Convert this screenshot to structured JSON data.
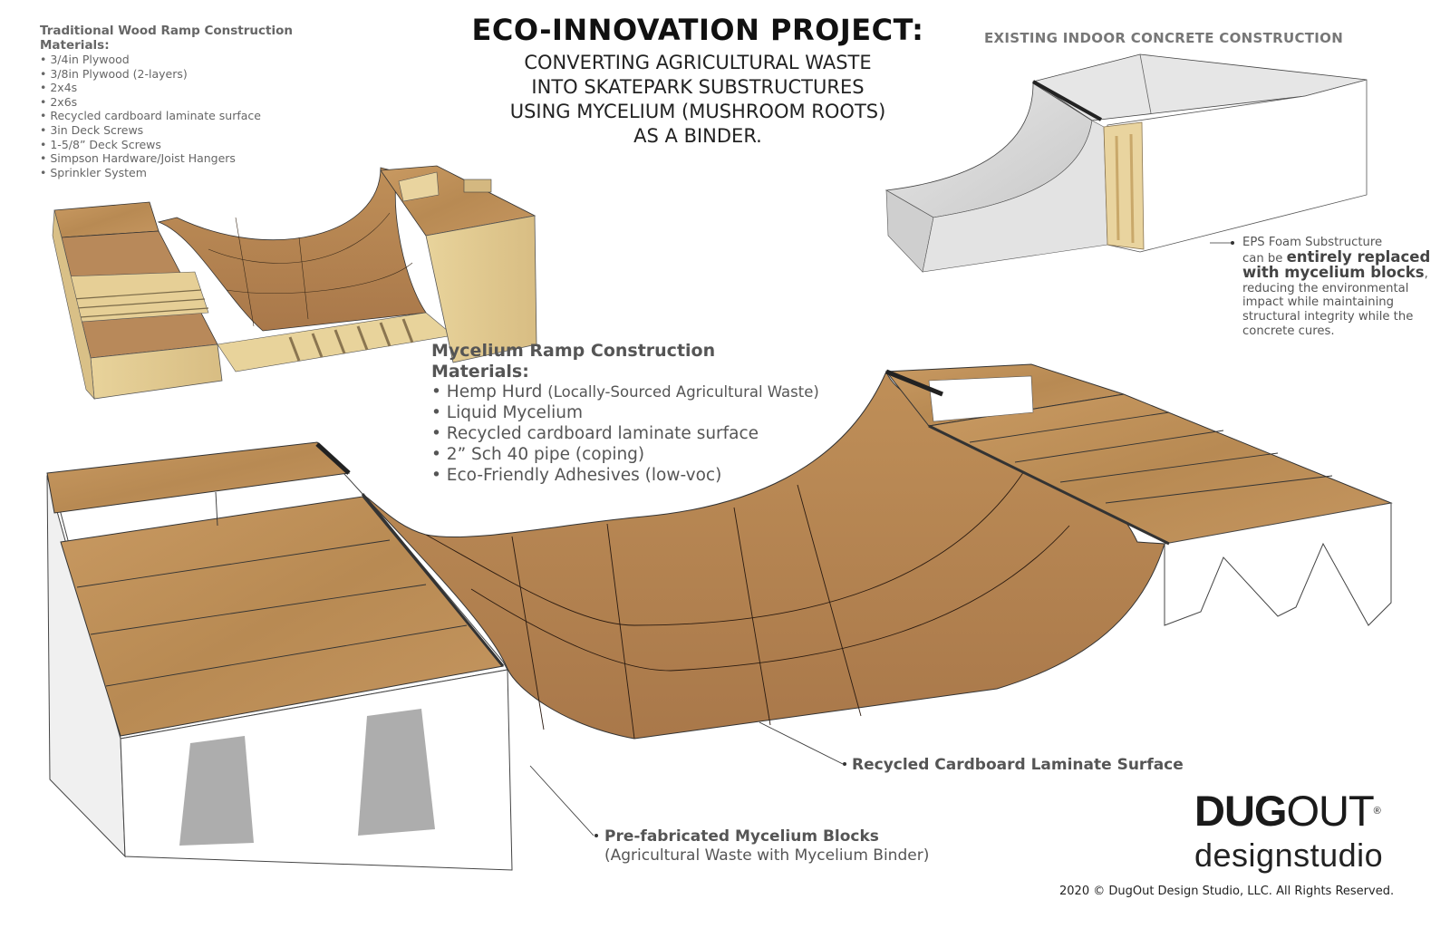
{
  "title": "ECO-INNOVATION PROJECT:",
  "subtitle_lines": [
    "CONVERTING AGRICULTURAL WASTE",
    "INTO SKATEPARK SUBSTRUCTURES",
    "USING MYCELIUM (MUSHROOM ROOTS)",
    "AS A BINDER."
  ],
  "traditional": {
    "heading": "Traditional Wood Ramp Construction",
    "materials_label": "Materials:",
    "items": [
      "3/4in Plywood",
      "3/8in Plywood (2-layers)",
      "2x4s",
      "2x6s",
      "Recycled cardboard laminate surface",
      "3in Deck Screws",
      "1-5/8” Deck Screws",
      "Simpson Hardware/Joist Hangers",
      "Sprinkler System"
    ]
  },
  "concrete": {
    "heading": "EXISTING INDOOR CONCRETE CONSTRUCTION",
    "note_line1": "EPS Foam Substructure",
    "note_can_be": "can be",
    "note_emph1": "entirely replaced",
    "note_emph2": "with mycelium blocks",
    "note_comma": ",",
    "note_rest": "reducing the environmental impact while maintaining structural integrity while the concrete cures."
  },
  "mycelium": {
    "heading": "Mycelium Ramp Construction",
    "materials_label": "Materials:",
    "item1_main": "Hemp Hurd",
    "item1_note": "(Locally-Sourced Agricultural Waste)",
    "item2": "Liquid Mycelium",
    "item3": "Recycled cardboard laminate surface",
    "item4": "2” Sch 40 pipe (coping)",
    "item5": "Eco-Friendly Adhesives (low-voc)"
  },
  "labels": {
    "surface": "Recycled Cardboard Laminate Surface",
    "blocks": "Pre-fabricated Mycelium Blocks",
    "blocks_sub": "(Agricultural Waste with Mycelium Binder)"
  },
  "logo": {
    "dug": "DUG",
    "out": "OUT",
    "reg": "®",
    "studio": "designstudio"
  },
  "copyright": "2020 © DugOut Design Studio, LLC. All Rights Reserved.",
  "colors": {
    "wood_surface": "#c3925a",
    "plywood": "#e4cc90",
    "concrete": "#d7d7d7",
    "foam": "#ffffff",
    "text_gray": "#555555"
  }
}
